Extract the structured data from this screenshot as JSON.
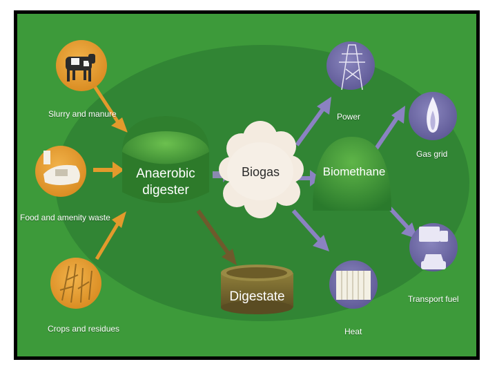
{
  "inputs": {
    "slurry": "Slurry and manure",
    "food": "Food and amenity waste",
    "crops": "Crops and residues"
  },
  "process": {
    "digester_line1": "Anaerobic",
    "digester_line2": "digester",
    "biogas": "Biogas",
    "biomethane": "Biomethane",
    "digestate": "Digestate"
  },
  "outputs": {
    "power": "Power",
    "gas_grid": "Gas grid",
    "transport": "Transport fuel",
    "heat": "Heat"
  },
  "icons": {
    "slurry": "cow-icon",
    "food": "food-waste-icon",
    "crops": "crops-icon",
    "power": "pylon-icon",
    "gas_grid": "gas-flame-icon",
    "transport": "vehicles-icon",
    "heat": "radiator-icon"
  },
  "colors": {
    "background": "#3d9a3a",
    "ellipse": "#2f7f34",
    "input_circles": "#e39a2c",
    "output_circles": "#6f6aa3",
    "digester": "#3d8f35",
    "digestate": "#7a6a30",
    "arrows_in": "#e39a2c",
    "arrows_out": "#8b82c2"
  }
}
